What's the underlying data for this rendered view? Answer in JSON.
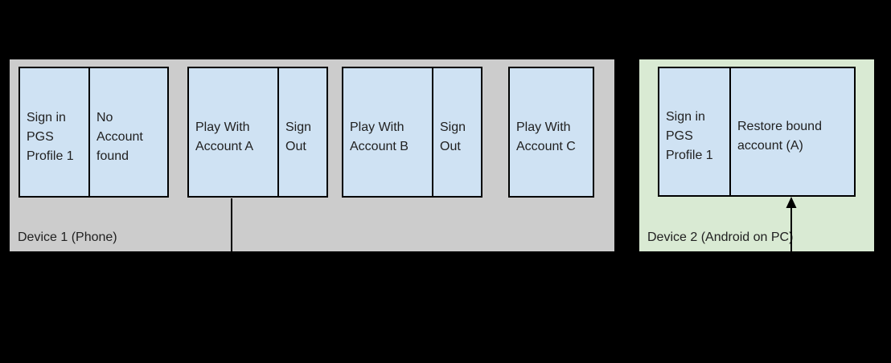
{
  "device1": {
    "label": "Device 1 (Phone)",
    "boxes": [
      {
        "cells": [
          "Sign in\nPGS\nProfile 1",
          "No\nAccount\nfound"
        ]
      },
      {
        "cells": [
          "Play With\nAccount A",
          "Sign\nOut"
        ]
      },
      {
        "cells": [
          "Play With\nAccount B",
          "Sign\nOut"
        ]
      },
      {
        "cells": [
          "Play With\nAccount C"
        ]
      }
    ]
  },
  "device2": {
    "label": "Device 2 (Android on PC)",
    "boxes": [
      {
        "cells": [
          "Sign in\nPGS\nProfile 1",
          "Restore bound\naccount (A)"
        ]
      }
    ]
  },
  "connector": {
    "from": "Play With Account A",
    "to": "Restore bound account (A)",
    "style": "elbow-arrow-up"
  },
  "colors": {
    "background": "#000000",
    "device1_panel": "#cccccc",
    "device2_panel": "#d9ead3",
    "step_box": "#cfe2f3",
    "border": "#000000",
    "connector": "#000000",
    "text": "#212121"
  }
}
